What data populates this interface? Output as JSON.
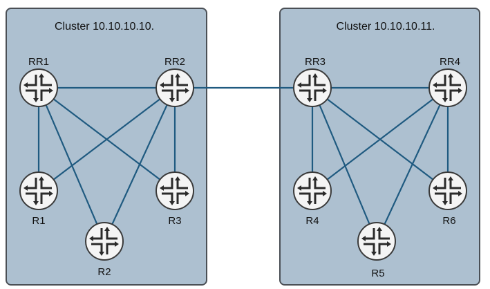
{
  "clusters": [
    {
      "id": "c1",
      "label": "Cluster 10.10.10.10."
    },
    {
      "id": "c2",
      "label": "Cluster 10.10.10.11."
    }
  ],
  "routers": [
    {
      "id": "RR1",
      "label": "RR1",
      "cluster": "c1",
      "icon": "router-icon"
    },
    {
      "id": "RR2",
      "label": "RR2",
      "cluster": "c1",
      "icon": "router-icon"
    },
    {
      "id": "R1",
      "label": "R1",
      "cluster": "c1",
      "icon": "router-icon"
    },
    {
      "id": "R2",
      "label": "R2",
      "cluster": "c1",
      "icon": "router-icon"
    },
    {
      "id": "R3",
      "label": "R3",
      "cluster": "c1",
      "icon": "router-icon"
    },
    {
      "id": "RR3",
      "label": "RR3",
      "cluster": "c2",
      "icon": "router-icon"
    },
    {
      "id": "RR4",
      "label": "RR4",
      "cluster": "c2",
      "icon": "router-icon"
    },
    {
      "id": "R4",
      "label": "R4",
      "cluster": "c2",
      "icon": "router-icon"
    },
    {
      "id": "R5",
      "label": "R5",
      "cluster": "c2",
      "icon": "router-icon"
    },
    {
      "id": "R6",
      "label": "R6",
      "cluster": "c2",
      "icon": "router-icon"
    }
  ],
  "links": [
    [
      "RR1",
      "RR2"
    ],
    [
      "RR1",
      "R1"
    ],
    [
      "RR1",
      "R2"
    ],
    [
      "RR1",
      "R3"
    ],
    [
      "RR2",
      "R1"
    ],
    [
      "RR2",
      "R2"
    ],
    [
      "RR2",
      "R3"
    ],
    [
      "RR2",
      "RR3"
    ],
    [
      "RR3",
      "RR4"
    ],
    [
      "RR3",
      "R4"
    ],
    [
      "RR3",
      "R5"
    ],
    [
      "RR3",
      "R6"
    ],
    [
      "RR4",
      "R4"
    ],
    [
      "RR4",
      "R5"
    ],
    [
      "RR4",
      "R6"
    ]
  ],
  "colors": {
    "cluster_fill": "#adc0d0",
    "link": "#1f5a80",
    "router_fill": "#f4f4f4"
  }
}
